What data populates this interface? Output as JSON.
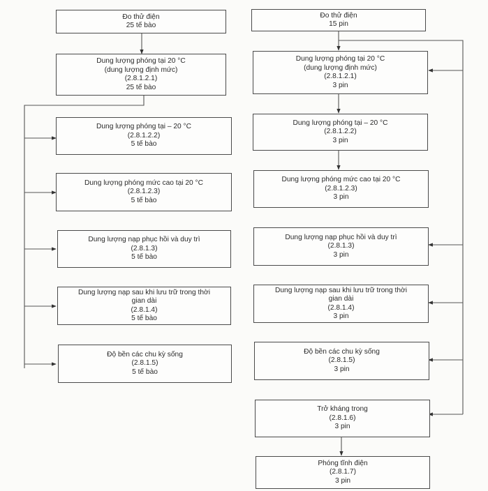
{
  "diagram": {
    "type": "flowchart",
    "left_column": {
      "boxes": [
        {
          "id": "L0",
          "lines": [
            "Đo thử điện",
            "25  tế bào"
          ]
        },
        {
          "id": "L1",
          "lines": [
            "Dung lượng phóng tại 20 °C",
            "(dung lượng định mức)",
            "(2.8.1.2.1)",
            "25 tế bào"
          ]
        },
        {
          "id": "L2",
          "lines": [
            "Dung lượng phóng tại – 20 °C",
            "(2.8.1.2.2)",
            "5 tế bào"
          ]
        },
        {
          "id": "L3",
          "lines": [
            "Dung lượng phóng mức cao tại 20 °C",
            "(2.8.1.2.3)",
            "5 tế bào"
          ]
        },
        {
          "id": "L4",
          "lines": [
            "Dung lượng nạp phục hồi và duy trì",
            "(2.8.1.3)",
            "5 tế bào"
          ]
        },
        {
          "id": "L5",
          "lines": [
            "Dung lượng nạp sau khi lưu trữ trong thời",
            "gian dài",
            "(2.8.1.4)",
            "5 tế bào"
          ]
        },
        {
          "id": "L6",
          "lines": [
            "Độ bền các chu kỳ sống",
            "(2.8.1.5)",
            "5 tế bào"
          ]
        }
      ],
      "edges": [
        {
          "from": "L0",
          "to": "L1"
        },
        {
          "from": "L1",
          "to": "L2"
        },
        {
          "from": "L1",
          "to": "L3"
        },
        {
          "from": "L1",
          "to": "L4"
        },
        {
          "from": "L1",
          "to": "L5"
        },
        {
          "from": "L1",
          "to": "L6"
        }
      ]
    },
    "right_column": {
      "boxes": [
        {
          "id": "R0",
          "lines": [
            "Đo thử điện",
            "15 pin"
          ]
        },
        {
          "id": "R1",
          "lines": [
            "Dung lượng phóng tại 20 °C",
            "(dung lượng định mức)",
            "(2.8.1.2.1)",
            "3 pin"
          ]
        },
        {
          "id": "R2",
          "lines": [
            "Dung lượng phóng tại – 20 °C",
            "(2.8.1.2.2)",
            "3 pin"
          ]
        },
        {
          "id": "R3",
          "lines": [
            "Dung lượng phóng mức cao tại 20 °C",
            "(2.8.1.2.3)",
            "3 pin"
          ]
        },
        {
          "id": "R4",
          "lines": [
            "Dung lượng nạp phục hồi và duy trì",
            "(2.8.1.3)",
            "3 pin"
          ]
        },
        {
          "id": "R5",
          "lines": [
            "Dung lượng nạp sau khi lưu trữ trong thời",
            "gian dài",
            "(2.8.1.4)",
            "3 pin"
          ]
        },
        {
          "id": "R6",
          "lines": [
            "Độ bền các chu kỳ sống",
            "(2.8.1.5)",
            "3 pin"
          ]
        },
        {
          "id": "R7",
          "lines": [
            "Trở kháng trong",
            "(2.8.1.6)",
            "3 pin"
          ]
        },
        {
          "id": "R8",
          "lines": [
            "Phóng tĩnh điện",
            "(2.8.1.7)",
            "3 pin"
          ]
        }
      ],
      "edges": [
        {
          "from": "R0",
          "to": "R1"
        },
        {
          "from": "R1",
          "to": "R2"
        },
        {
          "from": "R2",
          "to": "R3"
        },
        {
          "from": "R0",
          "to": "R1",
          "via": "right-bus"
        },
        {
          "from": "R0",
          "to": "R4",
          "via": "right-bus"
        },
        {
          "from": "R0",
          "to": "R5",
          "via": "right-bus"
        },
        {
          "from": "R0",
          "to": "R6",
          "via": "right-bus"
        },
        {
          "from": "R0",
          "to": "R7",
          "via": "right-bus"
        },
        {
          "from": "R7",
          "to": "R8"
        }
      ]
    }
  }
}
